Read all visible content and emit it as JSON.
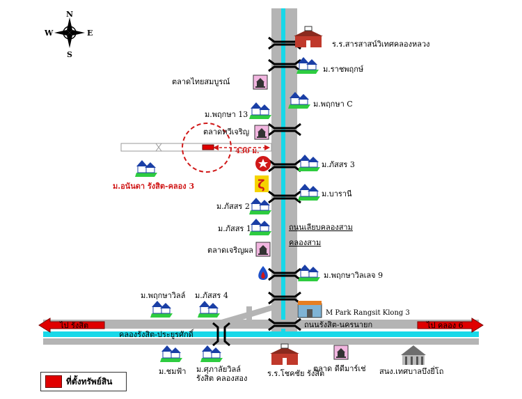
{
  "compass": {
    "n": "N",
    "s": "S",
    "e": "E",
    "w": "W"
  },
  "roads": {
    "canal_road": "ถนนเลียบคลองสาม",
    "canal": "คลองสาม",
    "main_road": "ถนนรังสิต-นครนายก",
    "bottom_canal": "คลองรังสิต-ประยูรศักดิ์"
  },
  "directions": {
    "left": "ไป รังสิต",
    "right": "ไป คลอง 6"
  },
  "distance": "430 ม.",
  "landmarks": {
    "school_top": "ร.ร.สารสาสน์วิเทศคลองหลวง",
    "rachaprues": "ม.ราชพฤกษ์",
    "pruksa_c": "ม.พฤกษา C",
    "pruksa13": "ม.พฤกษา 13",
    "talad_thaisomboon": "ตลาดไทยสมบูรณ์",
    "talad_tawee": "ตลาดทวีเจริญ",
    "phatsorn3": "ม.ภัสสร 3",
    "baranee": "ม.บารานี",
    "phatsorn2": "ม.ภัสสร 2",
    "phatsorn1": "ม.ภัสสร 1",
    "talad_charoenpol": "ตลาดเจริญผล",
    "pruksavillage9": "ม.พฤกษาวิลเลจ 9",
    "mpark": "M Park Rangsit Klong 3",
    "pruksaville": "ม.พฤกษาวิลล์",
    "phatsorn4": "ม.ภัสสร 4",
    "chomfa": "ม.ชมฟ้า",
    "supalai": "ม.ศุภาลัยวิลล์\nรังสิต คลองสอง",
    "school_bottom": "ร.ร.โชคชัย รังสิต",
    "talad_dee": "ตลาด ดีดีมาร์เช่",
    "nonthaburi": "สนง.เทศบาลบึงยี่โถ",
    "ananda": "ม.อนันดา รังสิต-คลอง 3"
  },
  "legend": {
    "label": "ที่ตั้งทรัพย์สิน",
    "color": "#e00000"
  },
  "colors": {
    "road": "#b4b4b4",
    "canal": "#18d8e8",
    "accent": "#d01818"
  }
}
